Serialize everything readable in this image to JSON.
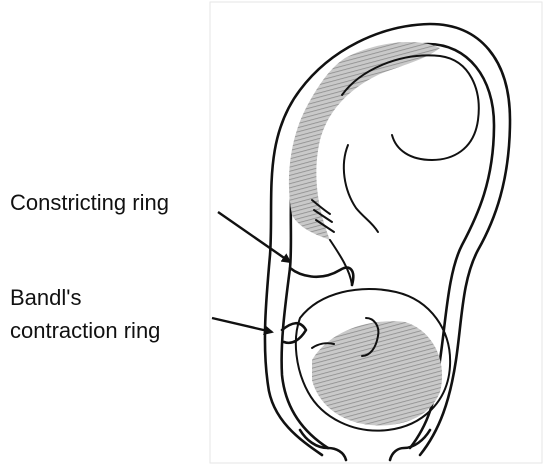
{
  "labels": {
    "constricting_ring": "Constricting ring",
    "bandls_line1": "Bandl's",
    "bandls_line2": "contraction ring"
  },
  "colors": {
    "ink": "#111111",
    "shading": "#9a9a9a",
    "background": "#ffffff"
  }
}
